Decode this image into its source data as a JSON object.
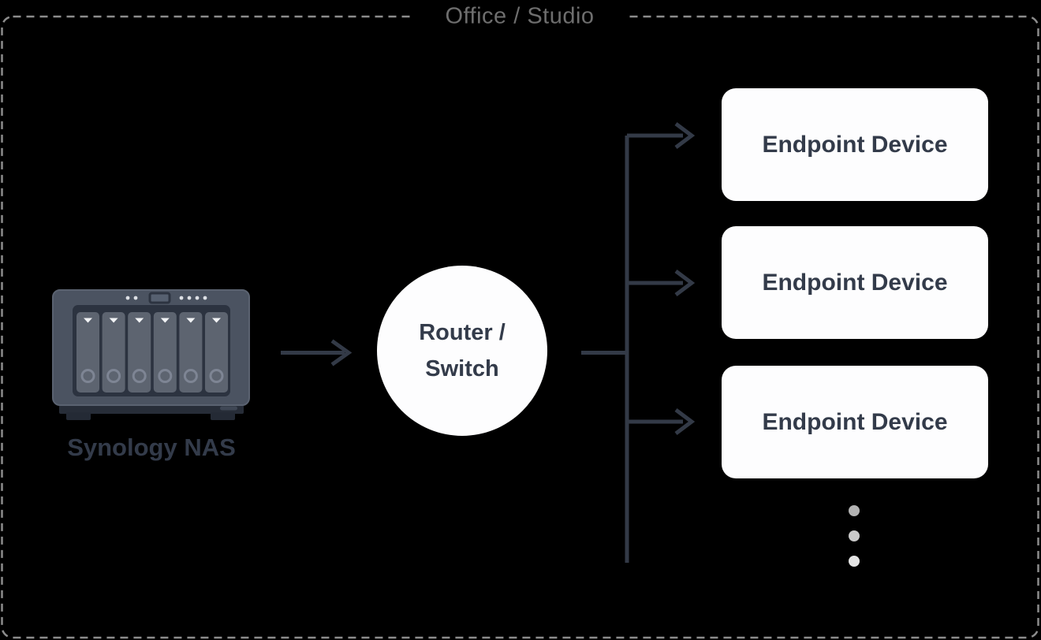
{
  "diagram": {
    "title": "Office / Studio",
    "nas": {
      "label": "Synology NAS"
    },
    "router": {
      "line1": "Router /",
      "line2": "Switch"
    },
    "endpoints": [
      {
        "label": "Endpoint Device"
      },
      {
        "label": "Endpoint Device"
      },
      {
        "label": "Endpoint Device"
      }
    ],
    "more_devices_indicator": "vertical-ellipsis",
    "colors": {
      "background": "#000000",
      "boundary_dash": "#8c8c8c",
      "boundary_title_text": "#6e6e6e",
      "connector_line": "#333a47",
      "node_fill": "#fdfdfe",
      "node_text": "#333b4a",
      "nas_chassis": "#4b5361",
      "nas_panel": "#2c3340",
      "nas_bay": "#5d6470",
      "ellipsis_dots": [
        "#b3b3b3",
        "#c9c9c9",
        "#e4e4e4"
      ]
    }
  }
}
